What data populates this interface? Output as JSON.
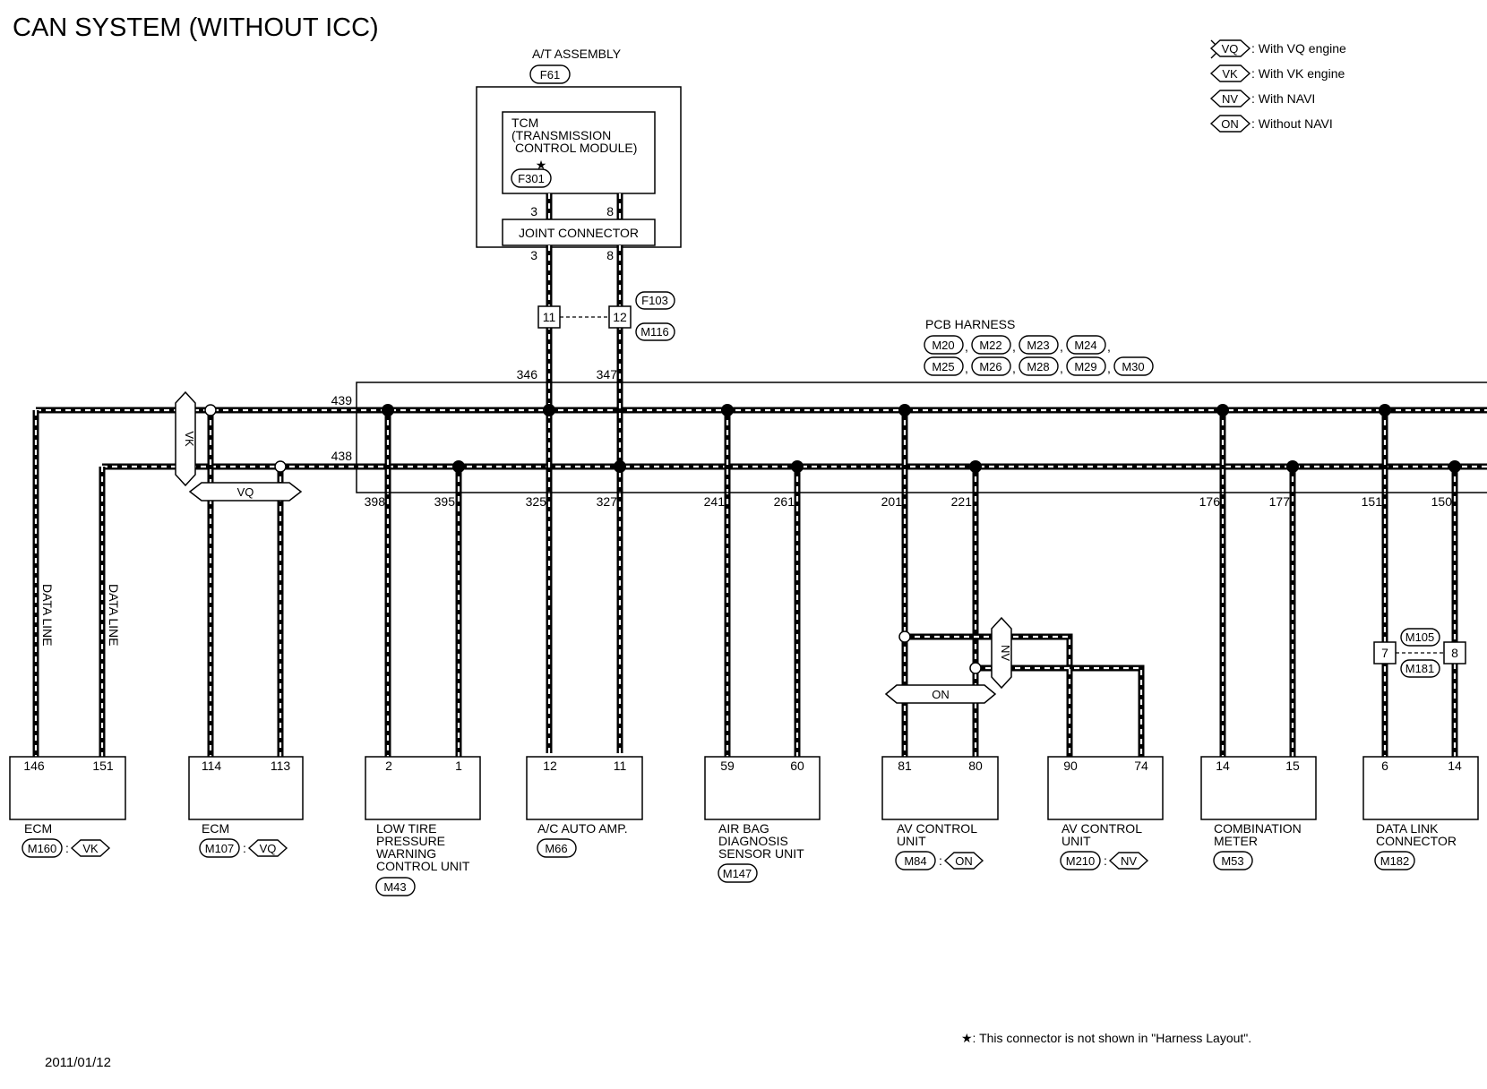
{
  "title": "CAN SYSTEM (WITHOUT ICC)",
  "date": "2011/01/12",
  "footnote": "★: This connector is not shown in \"Harness Layout\".",
  "legend": [
    {
      "code": "VQ",
      "text": ": With VQ engine"
    },
    {
      "code": "VK",
      "text": ": With VK engine"
    },
    {
      "code": "NV",
      "text": ": With NAVI"
    },
    {
      "code": "ON",
      "text": ": Without NAVI"
    }
  ],
  "at_assembly": {
    "label": "A/T ASSEMBLY",
    "connector": "F61",
    "tcm_line1": "TCM",
    "tcm_line2": "(TRANSMISSION",
    "tcm_line3": "CONTROL MODULE)",
    "tcm_star": "★",
    "tcm_connector": "F301",
    "joint_label": "JOINT CONNECTOR",
    "pin_top_left": "3",
    "pin_top_right": "8",
    "pin_bot_left": "3",
    "pin_bot_right": "8"
  },
  "inline_connector": {
    "pin_left": "11",
    "pin_right": "12",
    "conn_top": "F103",
    "conn_bottom": "M116"
  },
  "pcb_harness": {
    "label": "PCB HARNESS",
    "connectors_row1": [
      "M20",
      "M22",
      "M23",
      "M24"
    ],
    "connectors_row2": [
      "M25",
      "M26",
      "M28",
      "M29",
      "M30"
    ],
    "pins_top": [
      "346",
      "347"
    ],
    "pin_line_top": "439",
    "pin_line_bottom": "438",
    "pins_bottom": [
      "398",
      "395",
      "325",
      "327",
      "241",
      "261",
      "201",
      "221",
      "176",
      "177",
      "151",
      "150"
    ]
  },
  "switches": {
    "vk": "VK",
    "vq": "VQ",
    "nv": "NV",
    "on": "ON"
  },
  "data_line_label": "DATA LINE",
  "dlc_inline": {
    "pin_left": "7",
    "pin_right": "8",
    "conn_top": "M105",
    "conn_bottom": "M181"
  },
  "components": [
    {
      "pins": [
        "146",
        "151"
      ],
      "name_lines": [
        "ECM"
      ],
      "connector": "M160",
      "variant": "VK"
    },
    {
      "pins": [
        "114",
        "113"
      ],
      "name_lines": [
        "ECM"
      ],
      "connector": "M107",
      "variant": "VQ"
    },
    {
      "pins": [
        "2",
        "1"
      ],
      "name_lines": [
        "LOW TIRE",
        "PRESSURE",
        "WARNING",
        "CONTROL UNIT"
      ],
      "connector": "M43",
      "variant": ""
    },
    {
      "pins": [
        "12",
        "11"
      ],
      "name_lines": [
        "A/C AUTO AMP."
      ],
      "connector": "M66",
      "variant": ""
    },
    {
      "pins": [
        "59",
        "60"
      ],
      "name_lines": [
        "AIR BAG",
        "DIAGNOSIS",
        "SENSOR UNIT"
      ],
      "connector": "M147",
      "variant": ""
    },
    {
      "pins": [
        "81",
        "80"
      ],
      "name_lines": [
        "AV CONTROL",
        "UNIT"
      ],
      "connector": "M84",
      "variant": "ON"
    },
    {
      "pins": [
        "90",
        "74"
      ],
      "name_lines": [
        "AV CONTROL",
        "UNIT"
      ],
      "connector": "M210",
      "variant": "NV"
    },
    {
      "pins": [
        "14",
        "15"
      ],
      "name_lines": [
        "COMBINATION",
        "METER"
      ],
      "connector": "M53",
      "variant": ""
    },
    {
      "pins": [
        "6",
        "14"
      ],
      "name_lines": [
        "DATA LINK",
        "CONNECTOR"
      ],
      "connector": "M182",
      "variant": ""
    }
  ]
}
